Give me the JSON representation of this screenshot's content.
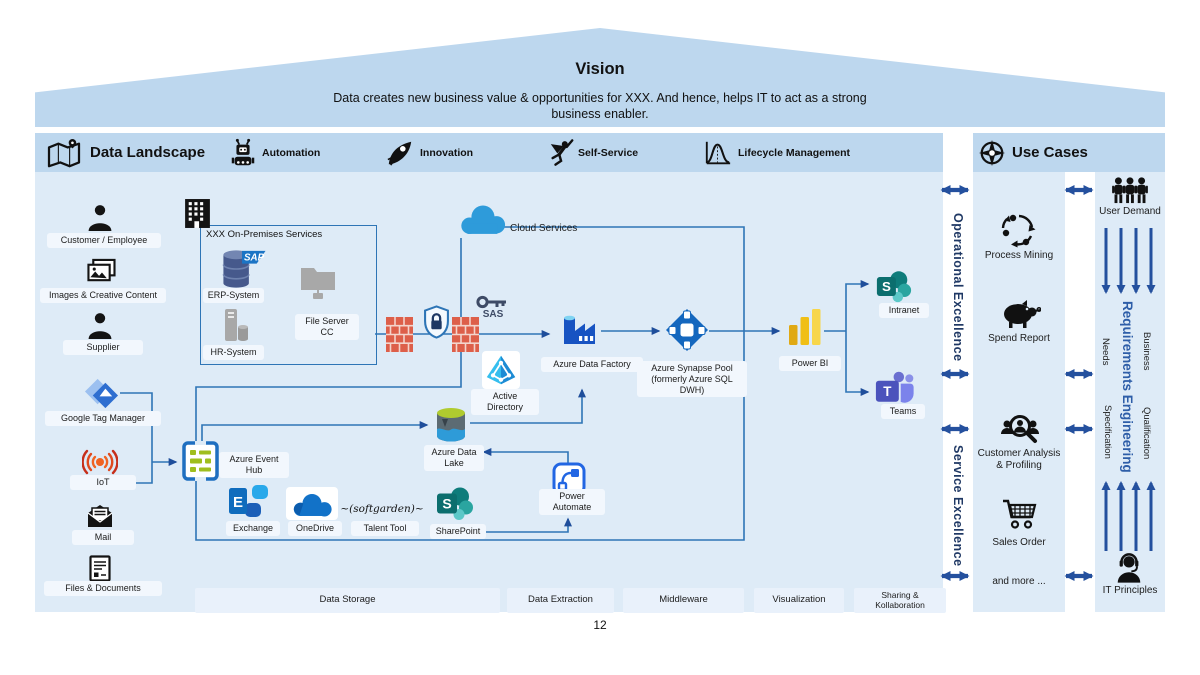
{
  "slide": {
    "page_number": "12"
  },
  "vision": {
    "title": "Vision",
    "subtitle": "Data creates new business value & opportunities for XXX. And hence, helps IT to act as a strong business enabler."
  },
  "header": {
    "data_landscape": "Data Landscape",
    "use_cases": "Use Cases",
    "capabilities": [
      {
        "icon": "robot-icon",
        "label": "Automation"
      },
      {
        "icon": "rocket-icon",
        "label": "Innovation"
      },
      {
        "icon": "superhero-icon",
        "label": "Self-Service"
      },
      {
        "icon": "bell-curve-icon",
        "label": "Lifecycle Management"
      }
    ]
  },
  "sources": [
    {
      "icon": "person-icon",
      "label": "Customer  / Employee"
    },
    {
      "icon": "images-icon",
      "label": "Images & Creative Content"
    },
    {
      "icon": "person-icon",
      "label": "Supplier"
    },
    {
      "icon": "google-tag-manager-icon",
      "label": "Google Tag Manager"
    },
    {
      "icon": "iot-icon",
      "label": "IoT"
    },
    {
      "icon": "mail-icon",
      "label": "Mail"
    },
    {
      "icon": "document-icon",
      "label": "Files & Documents"
    }
  ],
  "on_premises": {
    "title": "XXX On-Premises Services",
    "sap_logo": "SAP",
    "erp": "ERP-System",
    "file_server": "File Server CC",
    "hr": "HR-System"
  },
  "cloud": {
    "label": "Cloud Services",
    "sas": "SAS",
    "active_directory": "Active Directory",
    "data_factory": "Azure Data Factory",
    "synapse_pool": "Azure Synapse Pool (formerly Azure SQL DWH)",
    "power_bi": "Power BI",
    "intranet": "Intranet",
    "teams": "Teams",
    "event_hub": "Azure Event Hub",
    "data_lake": "Azure Data Lake",
    "exchange": "Exchange",
    "onedrive": "OneDrive",
    "talent_tool": "Talent Tool",
    "softgarden_logo": "~(softgarden)~",
    "sharepoint": "SharePoint",
    "power_automate": "Power Automate"
  },
  "icon_letters": {
    "sharepoint": "S",
    "teams": "T",
    "exchange": "E"
  },
  "categories": [
    "Data Storage",
    "Data Extraction",
    "Middleware",
    "Visualization",
    "Sharing & Kollaboration"
  ],
  "excellence": {
    "operational": "Operational Excellence",
    "service": "Service Excellence"
  },
  "use_cases": {
    "items": [
      {
        "icon": "process-mining-icon",
        "label": "Process Mining"
      },
      {
        "icon": "piggy-bank-icon",
        "label": "Spend Report"
      },
      {
        "icon": "customer-analysis-icon",
        "label": "Customer Analysis & Profiling"
      },
      {
        "icon": "shopping-cart-icon",
        "label": "Sales Order"
      }
    ],
    "more": "and more ..."
  },
  "requirements": {
    "user_demand": "User Demand",
    "needs": "Needs",
    "business": "Business",
    "title": "Requirements Engineering",
    "specification": "Specification",
    "qualification": "Qualification",
    "it_principles": "IT Principles"
  },
  "colors": {
    "roof": "#BDD7EE",
    "panel": "#DEEBF7",
    "line_blue": "#2E75B6",
    "arrow_navy": "#24509E",
    "navy_text": "#1F3864",
    "firewall_red": "#DD5F4A",
    "label_pill": "#F2F7FD",
    "category_box": "#E9F1FB"
  }
}
